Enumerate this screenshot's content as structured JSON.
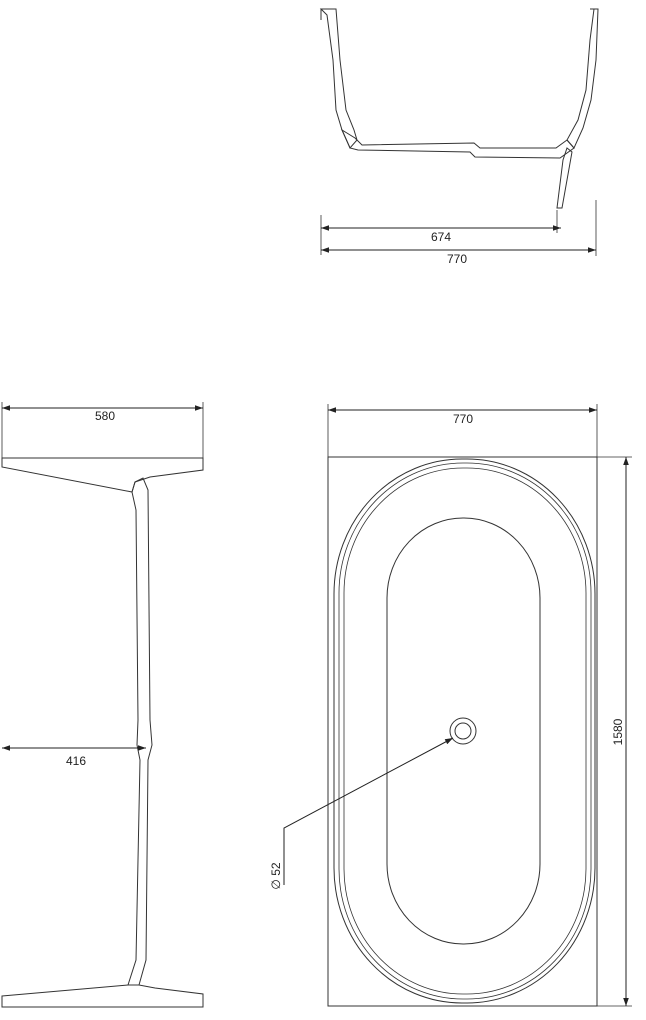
{
  "drawing": {
    "top_view_width_inner": "674",
    "top_view_width_outer": "770",
    "side_width_top": "580",
    "side_width_mid": "416",
    "plan_width": "770",
    "plan_length": "1580",
    "drain_diameter": "∅ 52"
  },
  "colors": {
    "line": "#333333",
    "background": "#ffffff"
  }
}
